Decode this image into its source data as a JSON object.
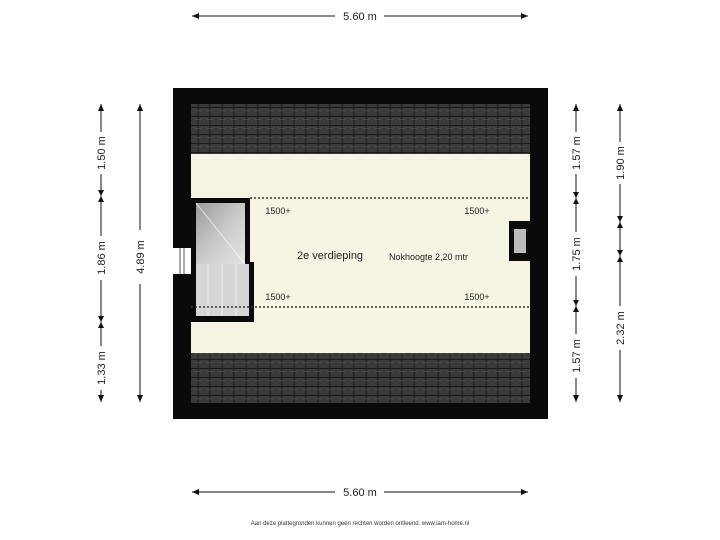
{
  "dimensions": {
    "top_width": "5.60 m",
    "bottom_width": "5.60 m",
    "left_total": "4.89 m",
    "left_segments": [
      "1.50 m",
      "1.86 m",
      "1.33 m"
    ],
    "right_inner": [
      "1.57 m",
      "1.75 m",
      "1.57 m"
    ],
    "right_outer": [
      "1.90 m",
      "2.32 m"
    ]
  },
  "room": {
    "name": "2e verdieping",
    "ridge_height": "Nokhoogte 2,20 mtr"
  },
  "height_markers": [
    "1500+",
    "1500+",
    "1500+",
    "1500+"
  ],
  "footer": "Aan deze plattegronden kunnen geen rechten worden ontleend. www.iam-home.nl",
  "colors": {
    "wall": "#0a0a0a",
    "roof_tiles": "#3c3c3c",
    "floor": "#f6f5e4",
    "stair": "#bdbdbd"
  }
}
